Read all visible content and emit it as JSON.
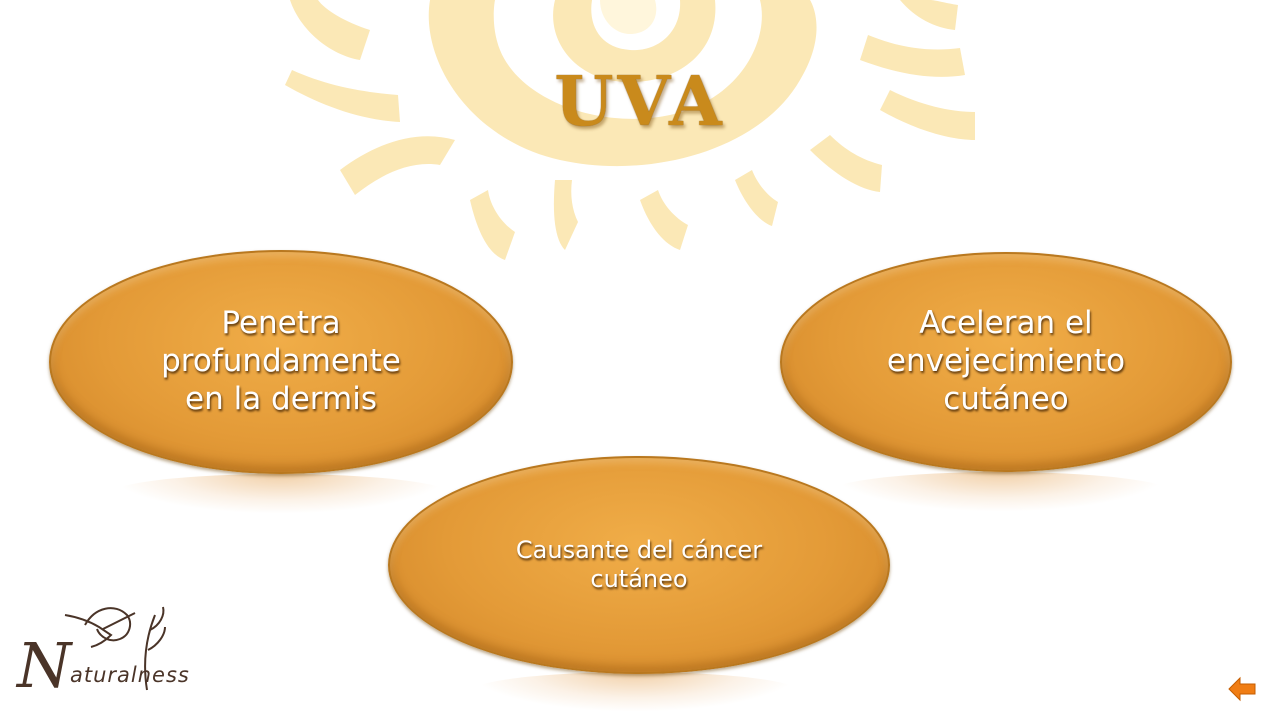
{
  "title": "UVA",
  "ovals": [
    {
      "lines": [
        "Penetra",
        "profundamente",
        "en la dermis"
      ]
    },
    {
      "lines": [
        "Aceleran el",
        "envejecimiento",
        "cutáneo"
      ]
    },
    {
      "lines": [
        "Causante del cáncer",
        "cutáneo"
      ]
    }
  ],
  "logo": {
    "text": "aturalness",
    "mark": "N"
  },
  "colors": {
    "oval": "#e39a37",
    "title": "#c98a1c",
    "sun": "#fbe7b0",
    "back_arrow": "#f07d14"
  },
  "icons": {
    "back": "back-arrow-icon",
    "sun": "sun-swirl-icon",
    "logo_bird": "hummingbird-icon"
  }
}
